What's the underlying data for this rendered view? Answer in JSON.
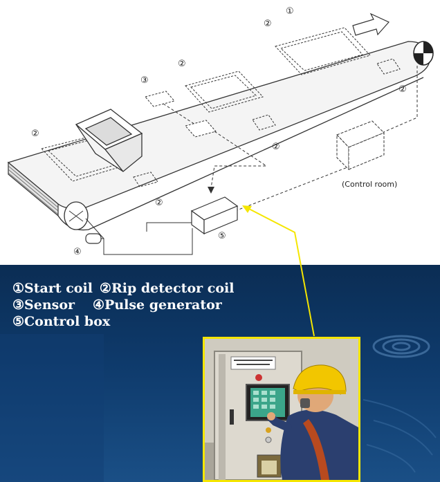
{
  "diagram": {
    "markers": {
      "start_coil": "①",
      "rip_detector_coil": "②",
      "sensor": "③",
      "pulse_generator": "④",
      "control_box": "⑤"
    },
    "control_room_label": "(Control room)"
  },
  "legend": {
    "item1": "①Start coil",
    "item2": "②Rip detector coil",
    "item3": "③Sensor",
    "item4": "④Pulse generator",
    "item5": "⑤Control box"
  },
  "colors": {
    "slide_background": "#0e3a6b",
    "callout": "#f5e600",
    "legend_text": "#ffffff"
  }
}
